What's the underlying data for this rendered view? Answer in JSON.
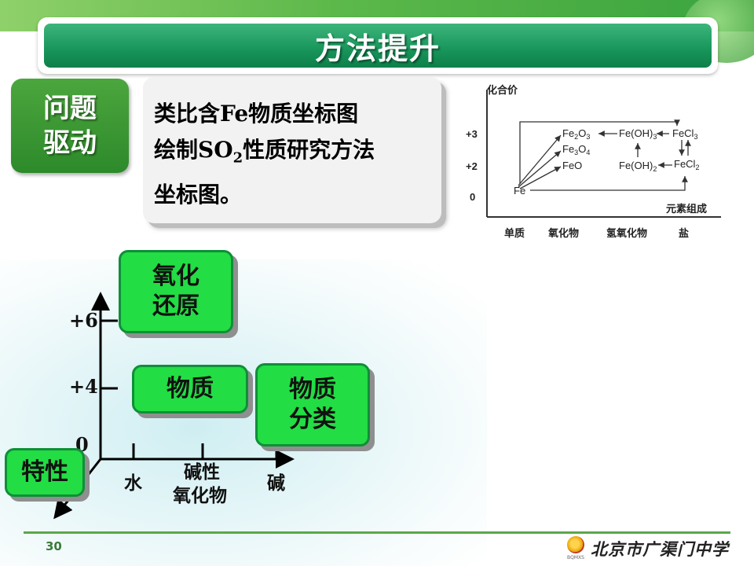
{
  "title": "方法提升",
  "question_badge": "问题\n驱动",
  "question_text": {
    "line1": "类比含Fe物质坐标图",
    "line2_pre": "绘制SO",
    "line2_sub": "2",
    "line2_post": "性质研究方法",
    "line3": "坐标图。"
  },
  "reference_chart": {
    "y_label": "化合价",
    "x_label": "元素组成",
    "y_ticks": [
      "+3",
      "+2",
      "0"
    ],
    "x_categories": [
      "单质",
      "氧化物",
      "氢氧化物",
      "盐"
    ],
    "nodes": {
      "fe": "Fe",
      "fe2o3": {
        "base": "Fe",
        "s1": "2",
        "mid": "O",
        "s2": "3"
      },
      "fe3o4": {
        "base": "Fe",
        "s1": "3",
        "mid": "O",
        "s2": "4"
      },
      "feo": "FeO",
      "feoh3": {
        "base": "Fe(OH)",
        "s": "3"
      },
      "feoh2": {
        "base": "Fe(OH)",
        "s": "2"
      },
      "fecl3": {
        "base": "FeCl",
        "s": "3"
      },
      "fecl2": {
        "base": "FeCl",
        "s": "2"
      }
    }
  },
  "diagram": {
    "boxes": {
      "redox": "氧化\n还原",
      "substance": "物质",
      "classification": "物质\n分类",
      "property": "特性"
    },
    "y_ticks": [
      "+6",
      "+4",
      "0"
    ],
    "x_labels": [
      "水",
      "碱性",
      "氧化物",
      "碱"
    ]
  },
  "page_number": "30",
  "school": {
    "name": "北京市广渠门中学",
    "abbr": "BQMXS"
  },
  "colors": {
    "title_green": "#17955a",
    "box_green": "#22dd44",
    "badge_green": "#2d8a2a"
  }
}
